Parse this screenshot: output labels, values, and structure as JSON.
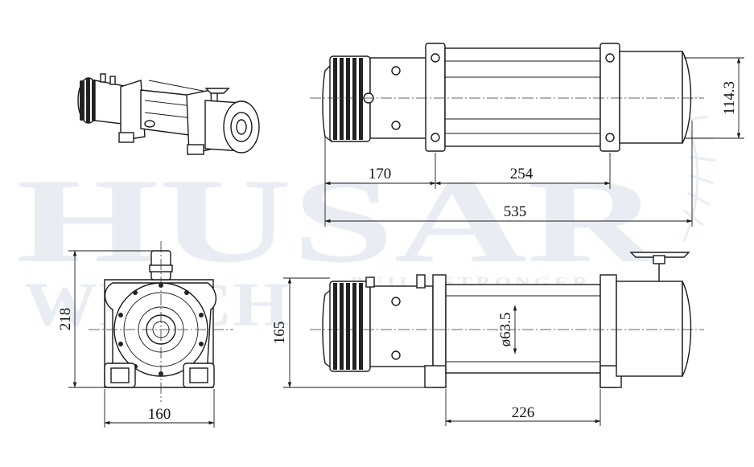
{
  "watermark": {
    "line1": "HUSAR",
    "line2": "WINCH",
    "tagline": "BUILT STRONGER",
    "colors": {
      "watermark": "#e9edf3"
    }
  },
  "dimensions": {
    "motor_length": "170",
    "drum_length": "254",
    "overall_length": "535",
    "height_side": "114.3",
    "front_height": "218",
    "front_width": "160",
    "body_height": "165",
    "drum_diameter": "ø63.5",
    "mount_spacing": "226"
  },
  "colors": {
    "line": "#1a1a1a",
    "background": "#ffffff"
  }
}
